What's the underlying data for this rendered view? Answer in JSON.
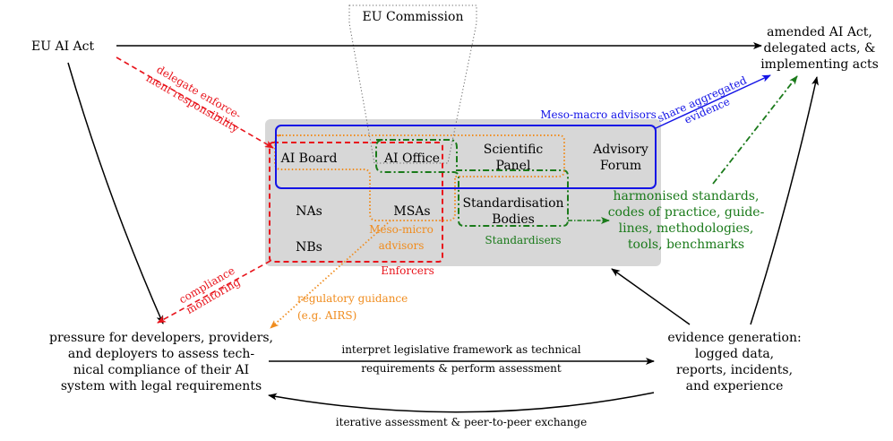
{
  "nodes": {
    "eu_ai_act": "EU AI Act",
    "eu_commission": "EU Commission",
    "amended": [
      "amended AI Act,",
      "delegated acts, &",
      "implementing acts"
    ],
    "ai_board": "AI Board",
    "ai_office": "AI Office",
    "scientific_panel": [
      "Scientific",
      "Panel"
    ],
    "advisory_forum": [
      "Advisory",
      "Forum"
    ],
    "nas": "NAs",
    "msas": "MSAs",
    "nbs": "NBs",
    "standardisation_bodies": [
      "Standardisation",
      "Bodies"
    ],
    "harmonised": [
      "harmonised standards,",
      "codes of practice, guide-",
      "lines, methodologies,",
      "tools, benchmarks"
    ],
    "pressure": [
      "pressure for developers, providers,",
      "and deployers to assess tech-",
      "nical compliance of their AI",
      "system with legal requirements"
    ],
    "evidence_generation": [
      "evidence generation:",
      "logged data,",
      "reports, incidents,",
      "and experience"
    ]
  },
  "group_labels": {
    "meso_macro": "Meso-macro advisors",
    "meso_micro": [
      "Meso-micro",
      "advisors"
    ],
    "enforcers": "Enforcers",
    "standardisers": "Standardisers"
  },
  "edge_labels": {
    "delegate": [
      "delegate enforce-",
      "ment responsibility"
    ],
    "share": [
      "share aggregated",
      "evidence"
    ],
    "compliance": [
      "compliance",
      "monitoring"
    ],
    "regulatory": [
      "regulatory guidance",
      "(e.g.  AIRS)"
    ],
    "interpret": [
      "interpret legislative framework as technical",
      "requirements & perform assessment"
    ],
    "iterative": "iterative assessment & peer-to-peer exchange"
  },
  "colors": {
    "black": "#000000",
    "red": "#e8141c",
    "blue": "#1414e6",
    "green": "#1a7a1a",
    "orange": "#f08c1e",
    "gray_panel": "#d7d7d7",
    "dotted_gray": "#666666"
  }
}
